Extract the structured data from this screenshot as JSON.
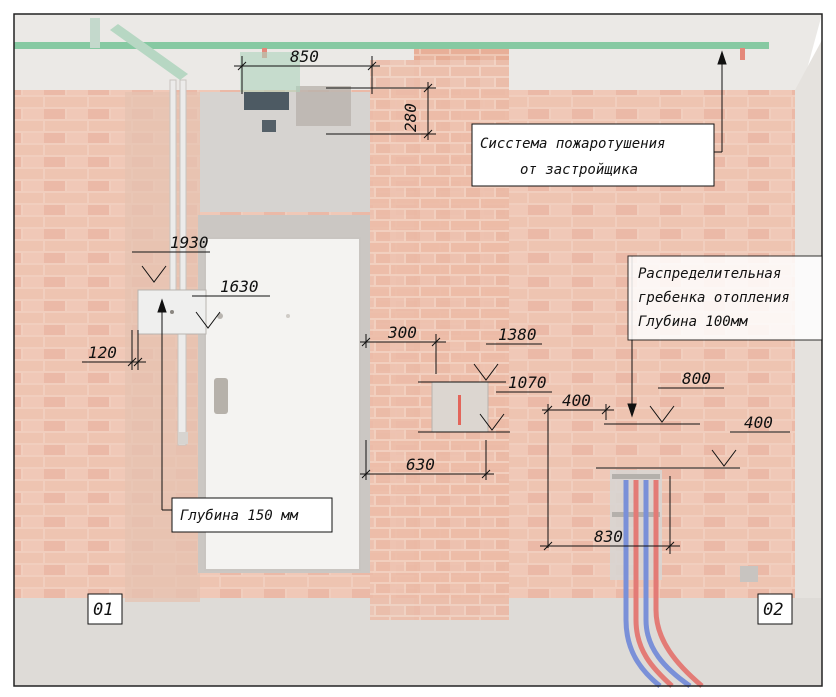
{
  "dimensions": {
    "pipe_width": "850",
    "pipe_height": "280",
    "panel_top": "1930",
    "panel_bottom": "1630",
    "panel_offset": "120",
    "niche_offset": "300",
    "niche_top": "1380",
    "niche_bottom": "1070",
    "niche_width": "630",
    "manifold_offset": "400",
    "manifold_top": "800",
    "manifold_bottom": "400",
    "manifold_width": "830"
  },
  "notes": {
    "fire_line1": "Сисстема пожаротушения",
    "fire_line2": "от застройщика",
    "manifold_line1": "Распределительная",
    "manifold_line2": "гребенка отопления",
    "manifold_line3": "Глубина 100мм",
    "panel_depth": "Глубина 150 мм"
  },
  "tags": {
    "left": "01",
    "right": "02"
  },
  "colors": {
    "brick": "#e9b39a",
    "brick_light": "#f1c9b6",
    "concrete": "#d9d6d2",
    "pipe_green": "#7fc79b",
    "door": "#f3f2ef"
  }
}
